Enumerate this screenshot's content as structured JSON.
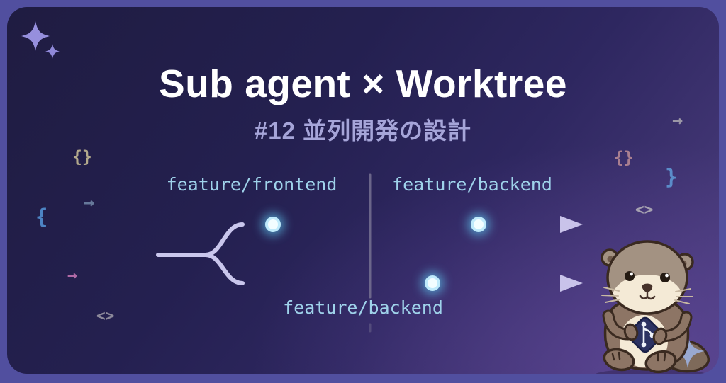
{
  "slide": {
    "title": "Sub agent × Worktree",
    "subtitle": "#12 並列開発の設計"
  },
  "diagram": {
    "type": "git-branch-diagram",
    "labels": {
      "top_left": "feature/frontend",
      "top_right": "feature/backend",
      "bottom": "feature/backend"
    },
    "commits": {
      "top_branch": 2,
      "bottom_branch": 1
    },
    "branches_from_trunk": 2
  },
  "decorations": {
    "symbols": [
      {
        "glyph": "{}",
        "color": "#b3a98c"
      },
      {
        "glyph": "→",
        "color": "#66789a"
      },
      {
        "glyph": "{",
        "color": "#4d84c4"
      },
      {
        "glyph": "→",
        "color": "#b06aa6"
      },
      {
        "glyph": "<>",
        "color": "#8d8a9b"
      },
      {
        "glyph": "→",
        "color": "#9b97a6"
      },
      {
        "glyph": "{}",
        "color": "#a97f90"
      },
      {
        "glyph": "}",
        "color": "#5b8cc9"
      },
      {
        "glyph": "<>",
        "color": "#a5a1b0"
      }
    ],
    "sparkles": "two four-point stars top-left, one near mascot tail"
  },
  "mascot": {
    "type": "otter",
    "holding": "git-branch card"
  },
  "colors": {
    "frame": "#514f9f",
    "card_bg_dark": "#201d43",
    "card_bg_light": "#4c3d80",
    "title": "#ffffff",
    "subtitle": "#a6a5d9",
    "branch_label": "#9fd2ea",
    "line_lavender": "#c8c6ee",
    "line_blue": "#a2daf5",
    "arrow": "#c9c3ea",
    "commit_dot_core": "#f2fdff",
    "commit_dot_ring": "#bfeafb",
    "divider": "#767192",
    "sparkle": "#968fdd"
  }
}
